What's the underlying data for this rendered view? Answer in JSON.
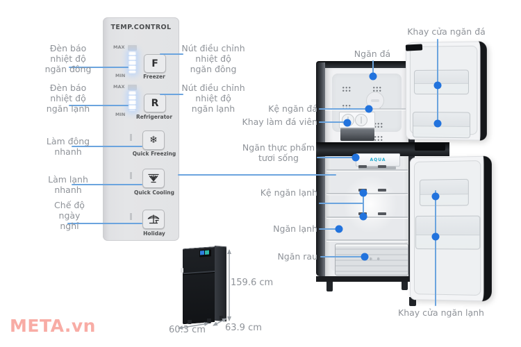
{
  "watermark": "META.vn",
  "control_panel": {
    "title": "TEMP.CONTROL",
    "max_label": "MAX",
    "min_label": "MIN",
    "freezer_key": "F",
    "freezer_label": "Freezer",
    "fridge_key": "R",
    "fridge_label": "Refrigerator",
    "quick_freezing_label": "Quick Freezing",
    "quick_cooling_label": "Quick Cooling",
    "holiday_label": "Holiday"
  },
  "callouts_left": [
    "Đèn báo\nnhiệt độ\nngăn đông",
    "Đèn báo\nnhiệt độ\nngăn lạnh",
    "Làm đông\nnhanh",
    "Làm lạnh\nnhanh",
    "Chế độ\nngày\nnghỉ"
  ],
  "callouts_right": [
    "Nút điều chỉnh\nnhiệt độ\nngăn đông",
    "Nút điều chỉnh\nnhiệt độ\nngăn lạnh"
  ],
  "fridge_callouts": {
    "freezer_door_tray": "Khay cửa ngăn đá",
    "freezer_compartment": "Ngăn đá",
    "freezer_shelf": "Kệ ngăn đá",
    "ice_cube_tray": "Khay làm đá viên",
    "fresh_food": "Ngăn thực phẩm\ntươi sống",
    "fridge_shelf": "Kệ ngăn lạnh",
    "fridge_compartment": "Ngăn lạnh",
    "veg_drawer": "Ngăn rau",
    "fridge_door_tray": "Khay cửa ngăn lạnh"
  },
  "dimensions": {
    "height": "159.6 cm",
    "width": "60.3 cm",
    "depth": "63.9 cm"
  },
  "brand_logo": "AQUA",
  "colors": {
    "callout_line": "#6ba4de",
    "callout_dot": "#2273dd",
    "label_text": "#8f9399",
    "watermark": "#f8aca5"
  }
}
